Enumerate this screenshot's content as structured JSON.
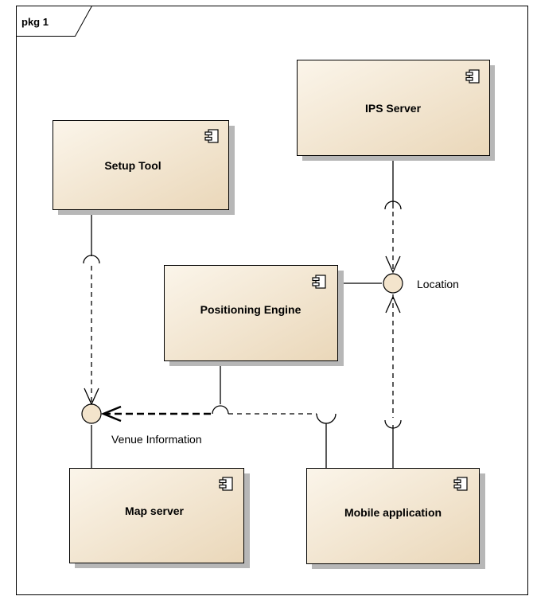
{
  "package": {
    "name": "pkg 1"
  },
  "components": {
    "ips_server": {
      "name": "IPS Server"
    },
    "setup_tool": {
      "name": "Setup Tool"
    },
    "positioning_engine": {
      "name": "Positioning Engine"
    },
    "map_server": {
      "name": "Map server"
    },
    "mobile_application": {
      "name": "Mobile application"
    }
  },
  "interfaces": {
    "location": {
      "name": "Location"
    },
    "venue_information": {
      "name": "Venue Information"
    }
  },
  "colors": {
    "component_fill_light": "#fbf5ea",
    "component_fill_dark": "#ead7b9",
    "component_border": "#000000",
    "shadow": "#b7b7b7",
    "interface_fill": "#f3e4cc",
    "line": "#000000"
  }
}
